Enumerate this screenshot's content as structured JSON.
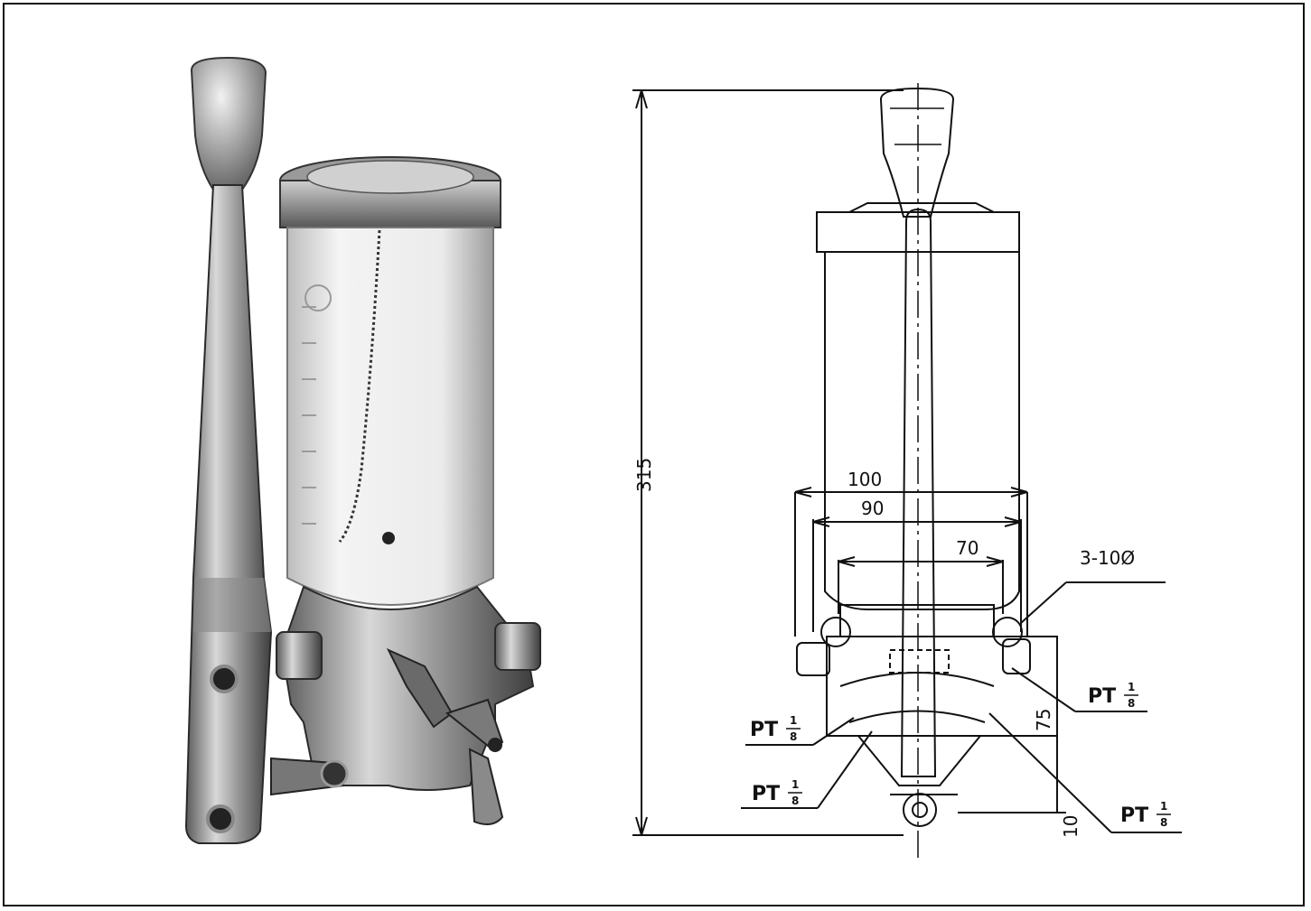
{
  "photo": {
    "caption_icon": "hand-pump-lubricator-photo"
  },
  "drawing": {
    "height_label": "315",
    "width_outer_label": "100",
    "width_mid_label": "90",
    "width_inner_label": "70",
    "holes_label": "3-10Ø",
    "base_height_label": "75",
    "bottom_offset_label": "10",
    "ports": [
      {
        "prefix": "PT",
        "num": "1",
        "den": "8"
      },
      {
        "prefix": "PT",
        "num": "1",
        "den": "8"
      },
      {
        "prefix": "PT",
        "num": "1",
        "den": "8"
      },
      {
        "prefix": "PT",
        "num": "1",
        "den": "8"
      }
    ]
  }
}
